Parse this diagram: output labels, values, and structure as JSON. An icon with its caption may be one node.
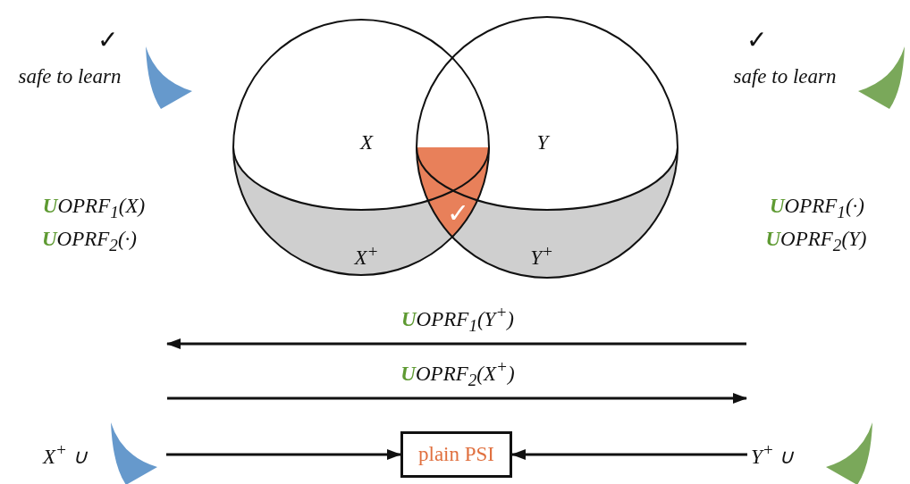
{
  "diagram": {
    "nodes": [
      {
        "text": [
          "X$^{+}$ ∪"
        ]
      },
      {
        "text": [
          "plain PSI"
        ]
      },
      {
        "text": [
          "Y$^{+}$ ∪"
        ]
      }
    ],
    "edges": [
      {
        "from": 0,
        "to": 1,
        "arrow": "to"
      },
      {
        "from": 2,
        "to": 1,
        "arrow": "to"
      }
    ],
    "labels": [
      "✓",
      "✓",
      "safe to learn",
      "safe to learn",
      "X",
      "Y",
      "**U**OPRF$_{1}$(X)",
      "✓",
      "**U**OPRF$_{1}$(·)",
      "**U**OPRF$_{2}$(·)",
      "**U**OPRF$_{2}$(Y)",
      "X$^{+}$",
      "Y$^{+}$",
      "**U**OPRF$_{1}$(Y$^{+}$)",
      "**U**OPRF$_{2}$(X$^{+}$)"
    ]
  }
}
